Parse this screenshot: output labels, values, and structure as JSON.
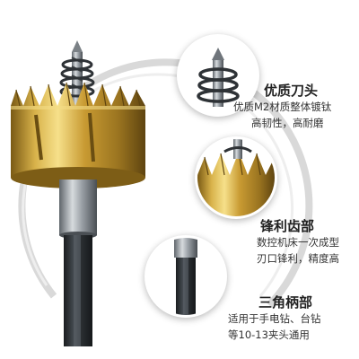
{
  "features": [
    {
      "title": "优质刀头",
      "lines": [
        "优质M2材质整体镀钛",
        "高韧性，高耐磨"
      ]
    },
    {
      "title": "锋利齿部",
      "lines": [
        "数控机床一次成型",
        "刃口锋利，精度高"
      ]
    },
    {
      "title": "三角柄部",
      "lines": [
        "适用于手电钻、台钻",
        "等10-13夹头通用"
      ]
    }
  ],
  "colors": {
    "gold": "#c9a23a",
    "gold_dark": "#8a6a1c",
    "steel": "#9aa0a6",
    "shank_dark": "#2b2f33"
  },
  "icons": [
    "hole-saw-product",
    "center-drill-bit",
    "spring",
    "saw-teeth",
    "hex-shank"
  ]
}
